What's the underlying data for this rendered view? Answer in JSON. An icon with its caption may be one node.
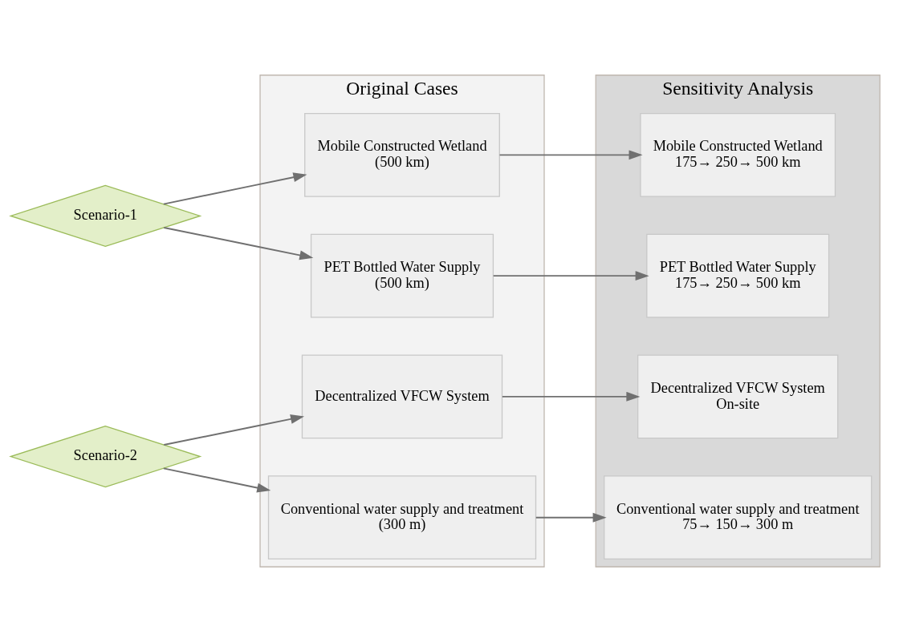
{
  "diagram": {
    "nodes": [
      {
        "text": [
          "Scenario-1"
        ]
      },
      {
        "text": [
          "Scenario-2"
        ]
      },
      {
        "text": [
          "Original Cases"
        ]
      },
      {
        "text": [
          "Mobile Constructed Wetland",
          "(500 km)"
        ],
        "in": 2
      },
      {
        "text": [
          "PET Bottled Water Supply",
          "(500 km)"
        ],
        "in": 2
      },
      {
        "text": [
          "Decentralized VFCW System"
        ],
        "in": 2
      },
      {
        "text": [
          "Conventional water supply and treatment",
          "(300 m)"
        ],
        "in": 2
      },
      {
        "text": [
          "Sensitivity Analysis"
        ]
      },
      {
        "text": [
          "Mobile Constructed Wetland",
          "175→ 250→ 500 km"
        ],
        "in": 7
      },
      {
        "text": [
          "PET Bottled Water Supply",
          "175→ 250→ 500 km"
        ],
        "in": 7
      },
      {
        "text": [
          "Decentralized VFCW System",
          "On-site"
        ],
        "in": 7
      },
      {
        "text": [
          "Conventional water supply and treatment",
          "75→ 150→ 300 m"
        ],
        "in": 7
      }
    ],
    "edges": [
      {
        "from": 0,
        "to": 3,
        "arrow": "to"
      },
      {
        "from": 0,
        "to": 4,
        "arrow": "to"
      },
      {
        "from": 1,
        "to": 5,
        "arrow": "to"
      },
      {
        "from": 1,
        "to": 6,
        "arrow": "to"
      },
      {
        "from": 3,
        "to": 8,
        "arrow": "to"
      },
      {
        "from": 4,
        "to": 9,
        "arrow": "to"
      },
      {
        "from": 5,
        "to": 10,
        "arrow": "to"
      },
      {
        "from": 6,
        "to": 11,
        "arrow": "to"
      }
    ]
  }
}
